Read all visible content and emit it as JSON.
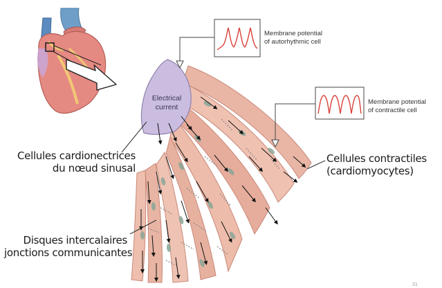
{
  "labels": {
    "autorhythmic": {
      "line1": "Membrane potential",
      "line2": "of autorhythmic cell"
    },
    "contractile_potential": {
      "line1": "Membrane potential",
      "line2": "of contractile cell"
    },
    "electrical": {
      "line1": "Electrical",
      "line2": "current"
    },
    "pacemaker": {
      "line1": "Cellules cardionectrices",
      "line2": "du nœud sinusal"
    },
    "contractile_cells": {
      "line1": "Cellules contractiles",
      "line2": "(cardiomyocytes)"
    },
    "discs": {
      "line1": "Disques intercalaires",
      "line2": "jonctions communicantes"
    }
  },
  "colors": {
    "muscle": "#e9b6a6",
    "muscle_dark": "#c98878",
    "node": "#cbbde0",
    "nucleus": "#8aa596",
    "trace": "#d9413a",
    "heart": "#e58a82"
  },
  "page_number": "21"
}
